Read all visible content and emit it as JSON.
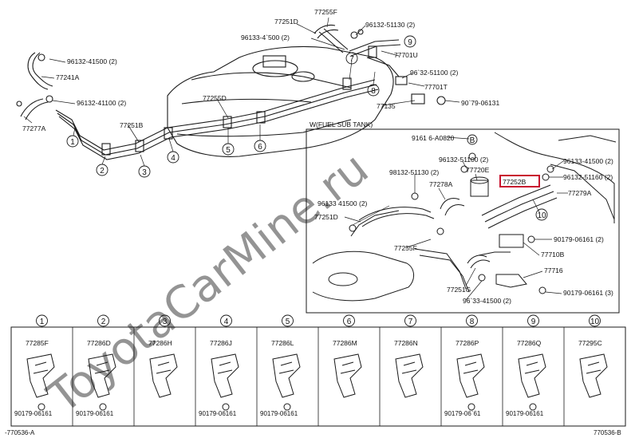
{
  "labels": {
    "p77255F": "77255F",
    "p77251D": "77251D",
    "p96132_51130_top": "96132-51130 (2)",
    "p96133_4500": "96133-4`500 (2)",
    "p96132_41500": "96132-41500 (2)",
    "p77241A": "77241A",
    "p96132_41100": "96132-41100 (2)",
    "p77277A": "77277A",
    "p77255D": "77255D",
    "p77251B": "77251B",
    "p77701U": "77701U",
    "p96132_51100": "96`32-51100 (2)",
    "p77701T": "77701T",
    "p77135": "77135",
    "p90179_06131": "90`79-06131",
    "sub_tank_title": "W(FUEL SUB TANK)",
    "p91616_A0820": "9161 6-A0820",
    "pB": "B",
    "p96132_51100_sub": "96132-51100 (2)",
    "p77720E": "77720E",
    "p98132_51130": "98132-51130 (2)",
    "p77278A": "77278A",
    "p77252B": "77252B",
    "p96133_41500_r": "96133-41500 (2)",
    "p96132_51160": "96132-51160 (2)",
    "p77279A": "77279A",
    "p96133_41500_l": "96133 41500 (2)",
    "p77251D_sub": "77251D",
    "p90179_06161_a": "90179-06161 (2)",
    "p77710B": "77710B",
    "p77255F_sub": "77255F",
    "p77716": "77716",
    "p77251G": "77251G",
    "p90179_06161_b": "90179-06161 (3)",
    "p96133_41500_b": "96`33-41500 (2)"
  },
  "callouts": [
    "1",
    "2",
    "3",
    "4",
    "5",
    "6",
    "7",
    "8",
    "9",
    "10"
  ],
  "clamps": [
    {
      "num": "1",
      "part": "77285F",
      "bolt": "90179-06161"
    },
    {
      "num": "2",
      "part": "77286D",
      "bolt": "90179-06161"
    },
    {
      "num": "3",
      "part": "77286H",
      "bolt": ""
    },
    {
      "num": "4",
      "part": "77286J",
      "bolt": "90179-06161"
    },
    {
      "num": "5",
      "part": "77286L",
      "bolt": "90179-06161"
    },
    {
      "num": "6",
      "part": "77286M",
      "bolt": ""
    },
    {
      "num": "7",
      "part": "77286N",
      "bolt": ""
    },
    {
      "num": "8",
      "part": "77286P",
      "bolt": "90179-06`61"
    },
    {
      "num": "9",
      "part": "77286Q",
      "bolt": "90179-06161"
    },
    {
      "num": "10",
      "part": "77295C",
      "bolt": ""
    }
  ],
  "footer": {
    "left": "-770536-A",
    "right": "770536-B"
  },
  "watermark": "ToyotaCarMine.ru",
  "colors": {
    "highlight": "#c8102e",
    "line": "#1a1a1a",
    "watermark": "#c8c8c8"
  }
}
